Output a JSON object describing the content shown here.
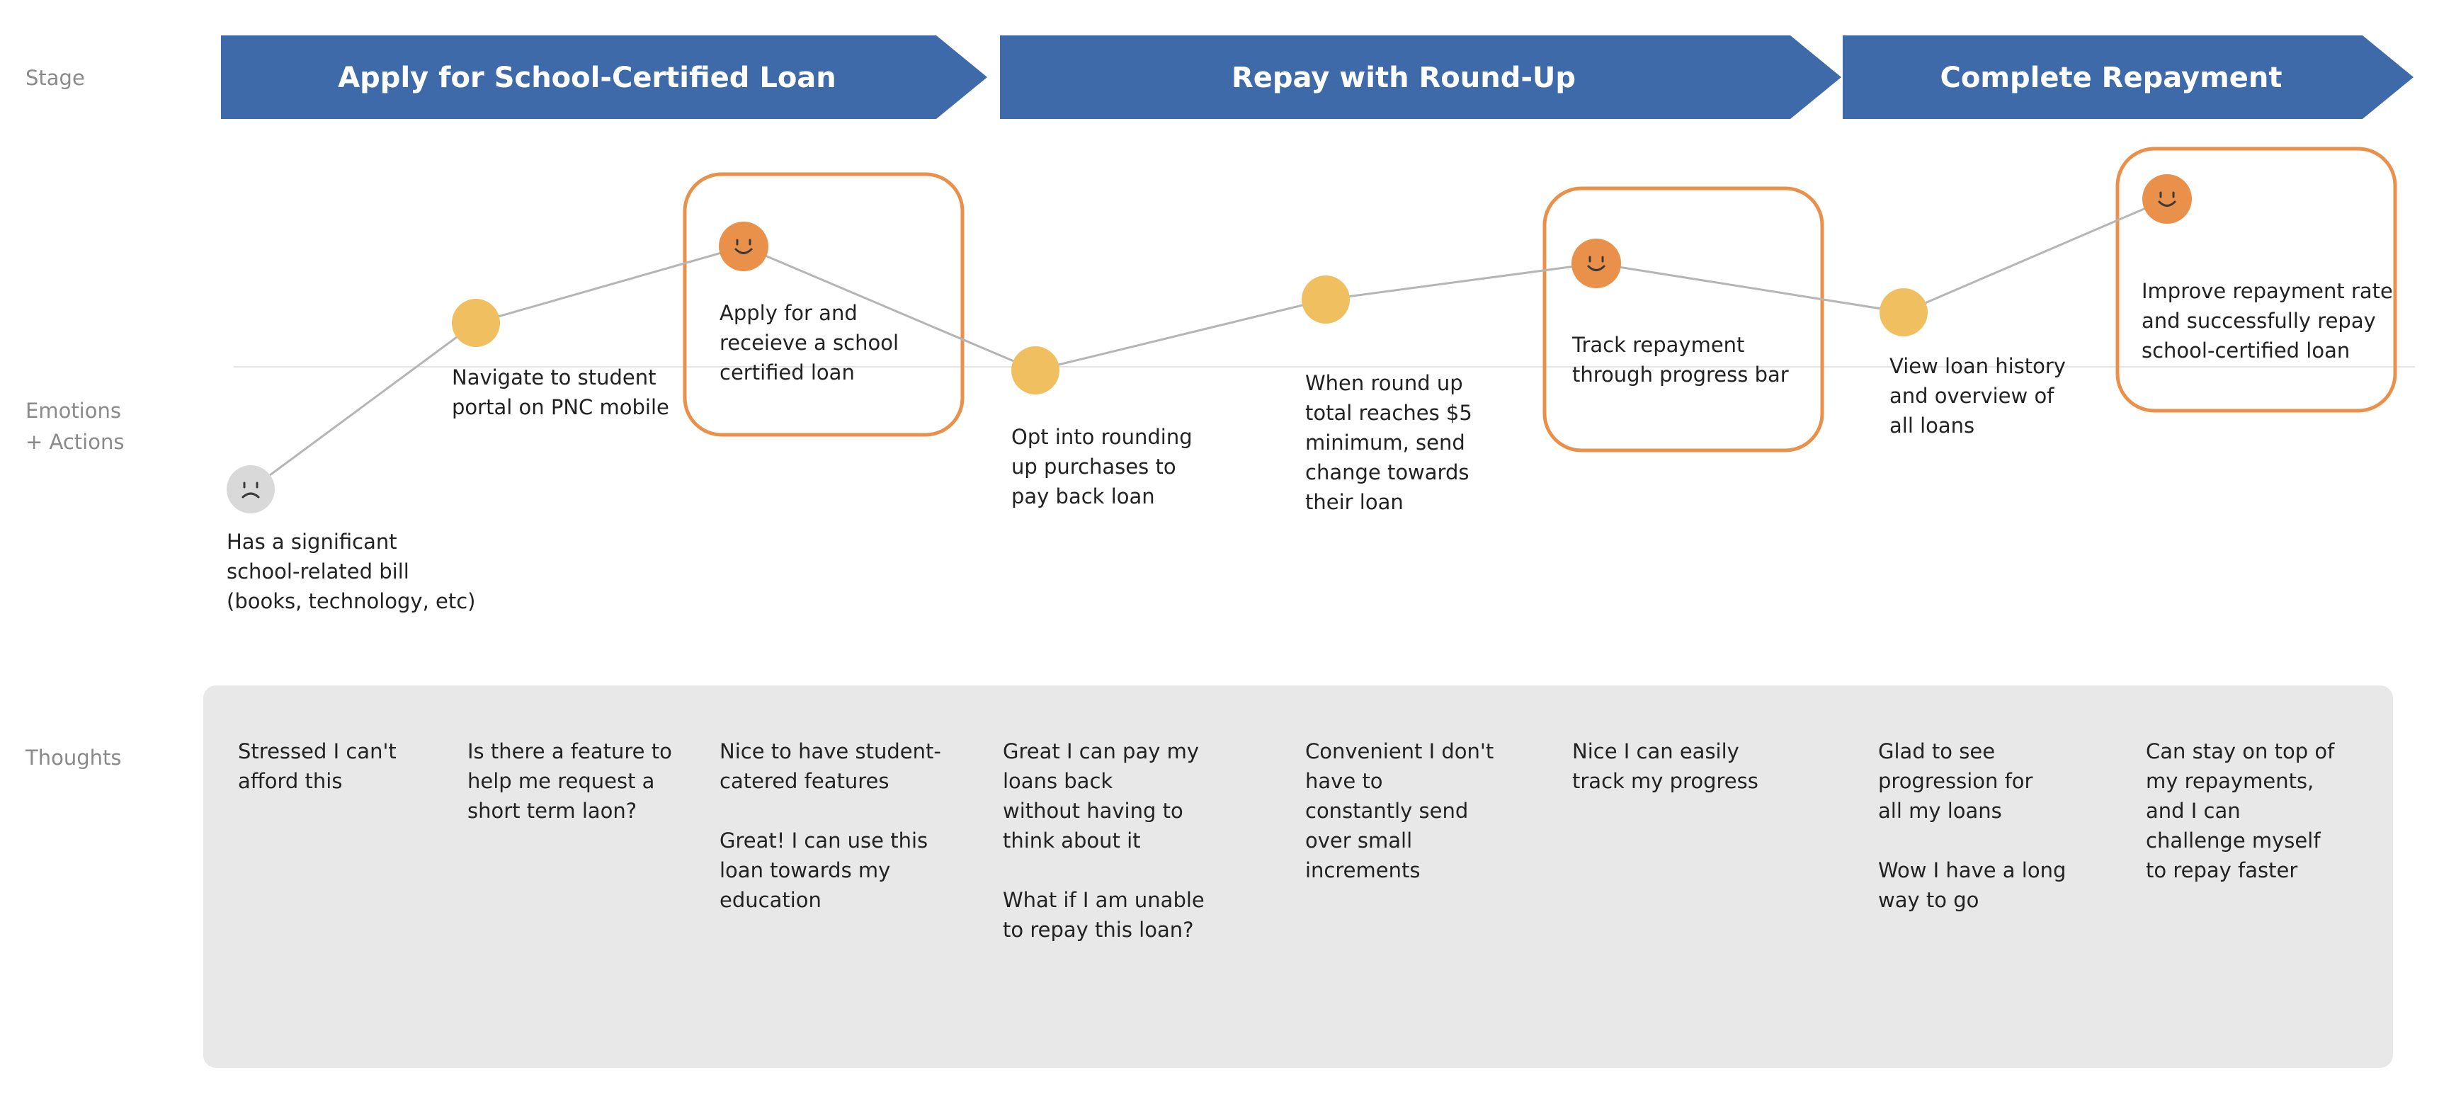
{
  "row_labels": {
    "stage": "Stage",
    "emotions_line1": "Emotions",
    "emotions_line2": "+ Actions",
    "thoughts": "Thoughts"
  },
  "stages": [
    {
      "label": "Apply for School-Certified Loan"
    },
    {
      "label": "Repay with Round-Up"
    },
    {
      "label": "Complete Repayment"
    }
  ],
  "colors": {
    "stage_arrow": "#3f6aaa",
    "neutral_node": "#f0c060",
    "happy_node": "#e9904a",
    "sad_node": "#d9d9d9",
    "highlight_border": "#e9904a",
    "connector": "#b5b5b5",
    "thoughts_panel": "#e8e8e8"
  },
  "journey_points": [
    {
      "emotion": "sad",
      "icon": "sad-face-icon",
      "highlight": false,
      "action": [
        "Has a significant",
        "school-related bill",
        "(books, technology, etc)"
      ]
    },
    {
      "emotion": "neutral",
      "icon": "",
      "highlight": false,
      "action": [
        "Navigate to student",
        "portal on PNC mobile"
      ]
    },
    {
      "emotion": "happy",
      "icon": "happy-face-icon",
      "highlight": true,
      "action": [
        "Apply for and",
        "receieve a school",
        "certified loan"
      ]
    },
    {
      "emotion": "neutral",
      "icon": "",
      "highlight": false,
      "action": [
        "Opt into rounding",
        "up purchases to",
        "pay back loan"
      ]
    },
    {
      "emotion": "neutral",
      "icon": "",
      "highlight": false,
      "action": [
        "When round up",
        "total reaches $5",
        "minimum, send",
        "change towards",
        "their loan"
      ]
    },
    {
      "emotion": "happy",
      "icon": "happy-face-icon",
      "highlight": true,
      "action": [
        "Track repayment",
        "through progress bar"
      ]
    },
    {
      "emotion": "neutral",
      "icon": "",
      "highlight": false,
      "action": [
        "View loan history",
        "and overview of",
        "all loans"
      ]
    },
    {
      "emotion": "happy",
      "icon": "happy-face-icon",
      "highlight": true,
      "action": [
        "Improve repayment rate",
        "and successfully repay",
        "school-certified loan"
      ]
    }
  ],
  "thoughts": [
    [
      [
        "Stressed I can't",
        "afford  this"
      ]
    ],
    [
      [
        "Is there a feature to",
        "help me request a",
        "short term laon?"
      ]
    ],
    [
      [
        "Nice to have student-",
        "catered features"
      ],
      [
        "Great! I can use this",
        "loan towards my",
        "education"
      ]
    ],
    [
      [
        "Great I can pay my",
        "loans back",
        "without having to",
        "think about it"
      ],
      [
        "What if I am unable",
        "to repay this loan?"
      ]
    ],
    [
      [
        "Convenient I don't",
        "have to",
        "constantly send",
        "over small",
        "increments"
      ]
    ],
    [
      [
        "Nice I can easily",
        "track my progress"
      ]
    ],
    [
      [
        "Glad to see",
        "progression for",
        "all my loans"
      ],
      [
        "Wow I have a long",
        "way to go"
      ]
    ],
    [
      [
        "Can stay on top of",
        "my repayments,",
        "and I can",
        "challenge myself",
        "to repay faster"
      ]
    ]
  ]
}
